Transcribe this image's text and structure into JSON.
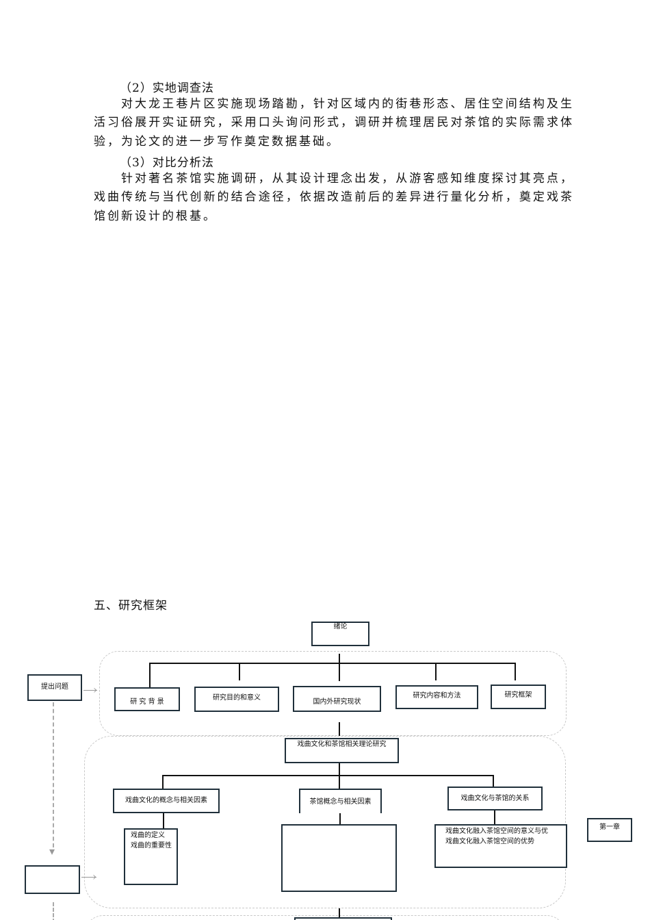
{
  "text": {
    "h2": "（2）实地调查法",
    "p2": "对大龙王巷片区实施现场踏勘，针对区域内的街巷形态、居住空间结构及生活习俗展开实证研究，采用口头询问形式，调研并梳理居民对茶馆的实际需求体验，为论文的进一步写作奠定数据基础。",
    "h3": "（3）对比分析法",
    "p3": "针对著名茶馆实施调研，从其设计理念出发，从游客感知维度探讨其亮点，戏曲传统与当代创新的结合途径，依据改造前后的差异进行量化分析，奠定戏茶馆创新设计的根基。",
    "section": "五、研究框架"
  },
  "diagram": {
    "root": "绪论",
    "raise": "提出问题",
    "intro_items": [
      "研 究 背 景",
      "研究目的和意义",
      "国内外研究现状",
      "研究内容和方法",
      "研究框架"
    ],
    "theory": "戏曲文化和茶馆相关理论研究",
    "theory_items": [
      "戏曲文化的概念与相关因素",
      "茶馆概念与相关因素",
      "戏曲文化与茶馆的关系"
    ],
    "sub1": [
      "戏曲的定义",
      "戏曲的重要性"
    ],
    "sub3": [
      "戏曲文化融入茶馆空间的意义与优",
      "戏曲文化融入茶馆空间的优势"
    ],
    "chapter": "第一章"
  }
}
